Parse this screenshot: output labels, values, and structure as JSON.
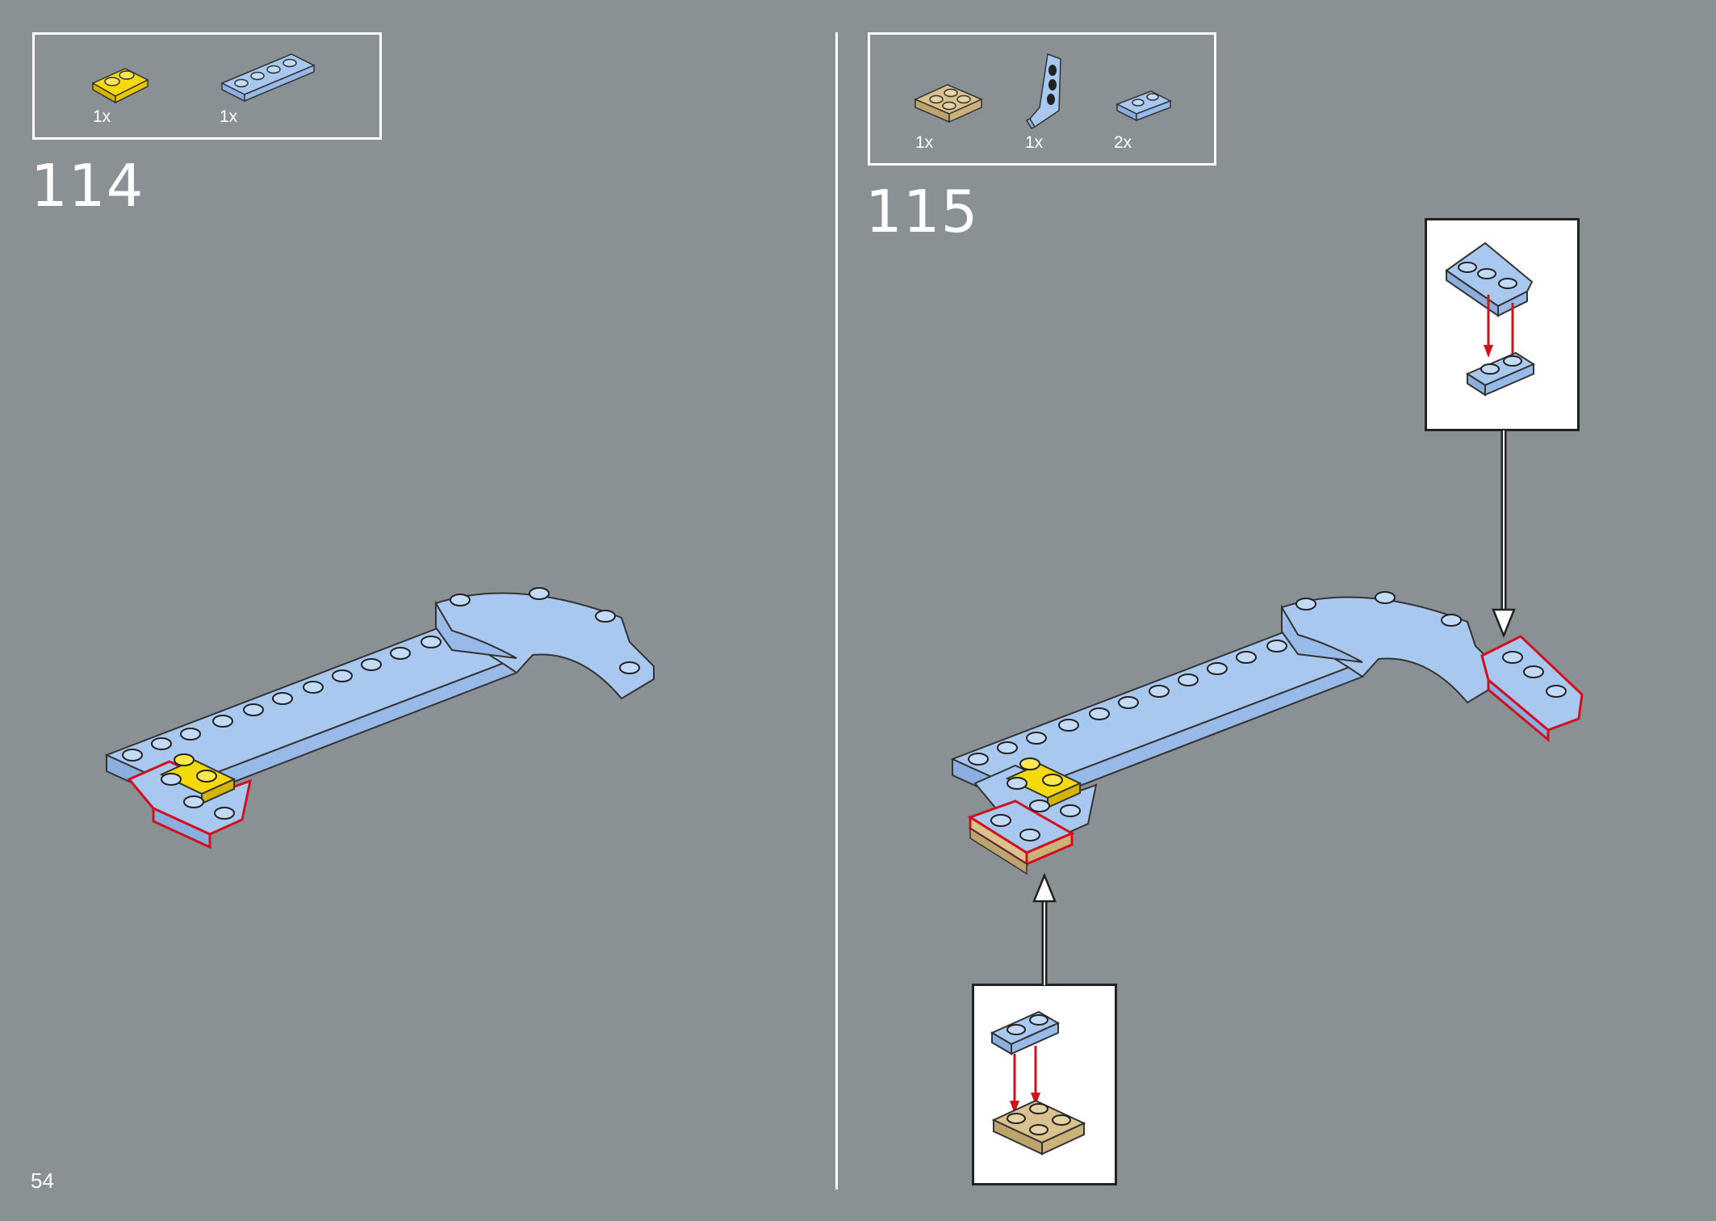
{
  "page_number": "54",
  "left_step": {
    "number": "114",
    "parts": [
      {
        "icon": "yellow-plate-1x2-icon",
        "qty": "1x"
      },
      {
        "icon": "light-blue-plate-1x4-icon",
        "qty": "1x"
      }
    ]
  },
  "right_step": {
    "number": "115",
    "parts": [
      {
        "icon": "tan-plate-2x2-icon",
        "qty": "1x"
      },
      {
        "icon": "light-blue-wedge-plate-icon",
        "qty": "1x"
      },
      {
        "icon": "light-blue-plate-1x2-icon",
        "qty": "2x"
      }
    ]
  },
  "colors": {
    "background": "#8a9194",
    "light_blue": "#a9c8f0",
    "yellow": "#f5d90a",
    "tan": "#d9c28e",
    "highlight_red": "#d0101c",
    "arrow_red": "#d0101c"
  }
}
